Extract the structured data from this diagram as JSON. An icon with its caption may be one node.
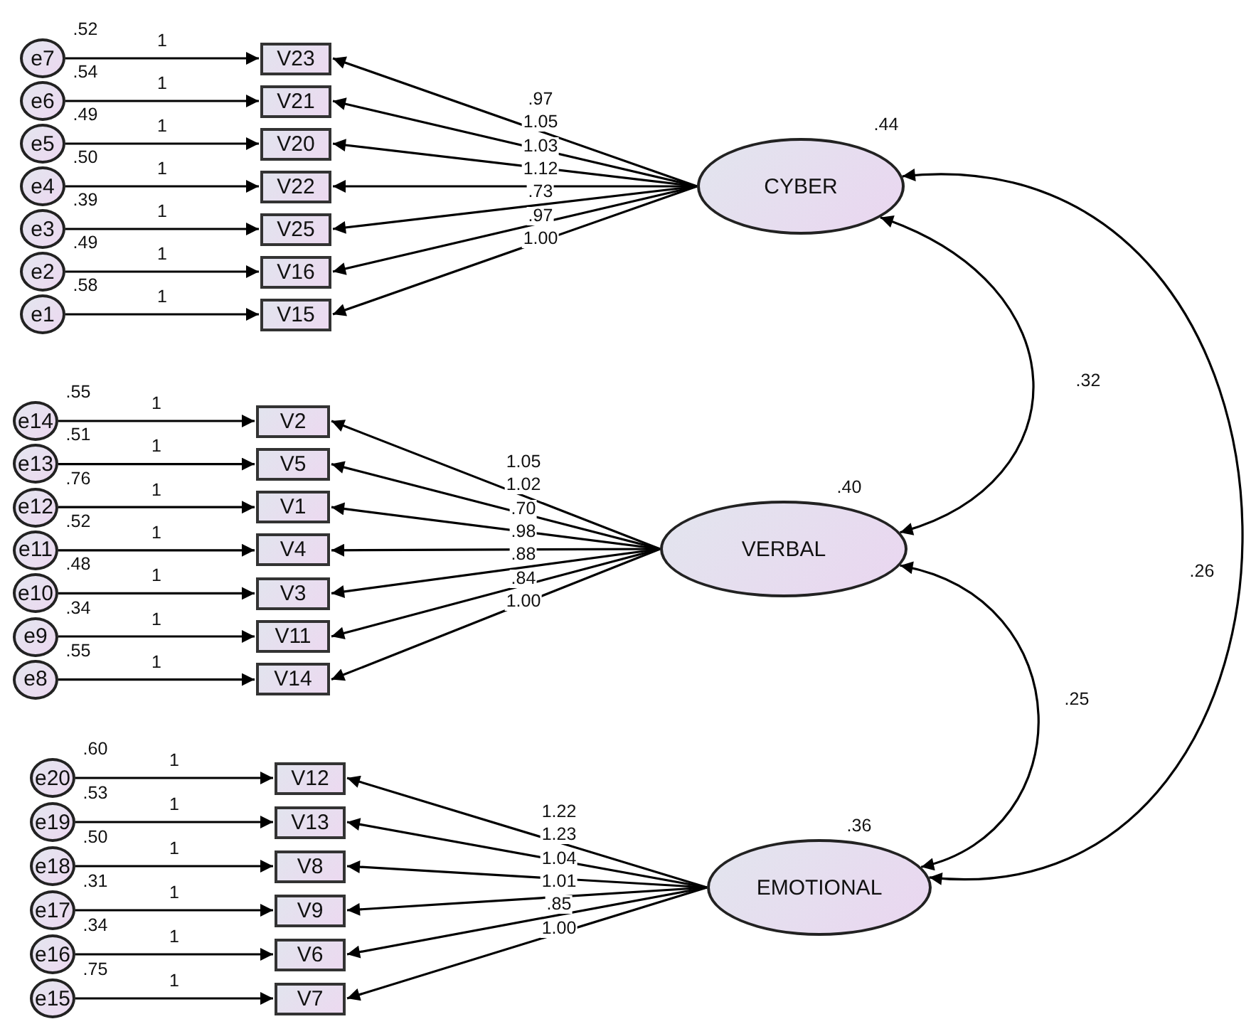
{
  "diagram": {
    "nodes": [
      {
        "text": [
          "e7"
        ],
        "beside": [
          ".52"
        ]
      },
      {
        "text": [
          "e6"
        ],
        "beside": [
          ".54"
        ]
      },
      {
        "text": [
          "e5"
        ],
        "beside": [
          ".49"
        ]
      },
      {
        "text": [
          "e4"
        ],
        "beside": [
          ".50"
        ]
      },
      {
        "text": [
          "e3"
        ],
        "beside": [
          ".39"
        ]
      },
      {
        "text": [
          "e2"
        ],
        "beside": [
          ".49"
        ]
      },
      {
        "text": [
          "e1"
        ],
        "beside": [
          ".58"
        ]
      },
      {
        "text": [
          "V23"
        ]
      },
      {
        "text": [
          "V21"
        ]
      },
      {
        "text": [
          "V20"
        ]
      },
      {
        "text": [
          "V22"
        ]
      },
      {
        "text": [
          "V25"
        ]
      },
      {
        "text": [
          "V16"
        ]
      },
      {
        "text": [
          "V15"
        ]
      },
      {
        "text": [
          "CYBER"
        ],
        "beside": [
          ".44"
        ]
      },
      {
        "text": [
          "e14"
        ],
        "beside": [
          ".55"
        ]
      },
      {
        "text": [
          "e13"
        ],
        "beside": [
          ".51"
        ]
      },
      {
        "text": [
          "e12"
        ],
        "beside": [
          ".76"
        ]
      },
      {
        "text": [
          "e11"
        ],
        "beside": [
          ".52"
        ]
      },
      {
        "text": [
          "e10"
        ],
        "beside": [
          ".48"
        ]
      },
      {
        "text": [
          "e9"
        ],
        "beside": [
          ".34"
        ]
      },
      {
        "text": [
          "e8"
        ],
        "beside": [
          ".55"
        ]
      },
      {
        "text": [
          "V2"
        ]
      },
      {
        "text": [
          "V5"
        ]
      },
      {
        "text": [
          "V1"
        ]
      },
      {
        "text": [
          "V4"
        ]
      },
      {
        "text": [
          "V3"
        ]
      },
      {
        "text": [
          "V11"
        ]
      },
      {
        "text": [
          "V14"
        ]
      },
      {
        "text": [
          "VERBAL"
        ],
        "beside": [
          ".40"
        ]
      },
      {
        "text": [
          "e20"
        ],
        "beside": [
          ".60"
        ]
      },
      {
        "text": [
          "e19"
        ],
        "beside": [
          ".53"
        ]
      },
      {
        "text": [
          "e18"
        ],
        "beside": [
          ".50"
        ]
      },
      {
        "text": [
          "e17"
        ],
        "beside": [
          ".31"
        ]
      },
      {
        "text": [
          "e16"
        ],
        "beside": [
          ".34"
        ]
      },
      {
        "text": [
          "e15"
        ],
        "beside": [
          ".75"
        ]
      },
      {
        "text": [
          "V12"
        ]
      },
      {
        "text": [
          "V13"
        ]
      },
      {
        "text": [
          "V8"
        ]
      },
      {
        "text": [
          "V9"
        ]
      },
      {
        "text": [
          "V6"
        ]
      },
      {
        "text": [
          "V7"
        ]
      },
      {
        "text": [
          "EMOTIONAL"
        ],
        "beside": [
          ".36"
        ]
      }
    ],
    "edges": [
      {
        "from": 0,
        "to": 7,
        "arrow": "to",
        "label": "1"
      },
      {
        "from": 1,
        "to": 8,
        "arrow": "to",
        "label": "1"
      },
      {
        "from": 2,
        "to": 9,
        "arrow": "to",
        "label": "1"
      },
      {
        "from": 3,
        "to": 10,
        "arrow": "to",
        "label": "1"
      },
      {
        "from": 4,
        "to": 11,
        "arrow": "to",
        "label": "1"
      },
      {
        "from": 5,
        "to": 12,
        "arrow": "to",
        "label": "1"
      },
      {
        "from": 6,
        "to": 13,
        "arrow": "to",
        "label": "1"
      },
      {
        "from": 14,
        "to": 7,
        "arrow": "to",
        "label": ".97"
      },
      {
        "from": 14,
        "to": 8,
        "arrow": "to",
        "label": "1.05"
      },
      {
        "from": 14,
        "to": 9,
        "arrow": "to",
        "label": "1.03"
      },
      {
        "from": 14,
        "to": 10,
        "arrow": "to",
        "label": "1.12"
      },
      {
        "from": 14,
        "to": 11,
        "arrow": "to",
        "label": ".73"
      },
      {
        "from": 14,
        "to": 12,
        "arrow": "to",
        "label": ".97"
      },
      {
        "from": 14,
        "to": 13,
        "arrow": "to",
        "label": "1.00"
      },
      {
        "from": 15,
        "to": 22,
        "arrow": "to",
        "label": "1"
      },
      {
        "from": 16,
        "to": 23,
        "arrow": "to",
        "label": "1"
      },
      {
        "from": 17,
        "to": 24,
        "arrow": "to",
        "label": "1"
      },
      {
        "from": 18,
        "to": 25,
        "arrow": "to",
        "label": "1"
      },
      {
        "from": 19,
        "to": 26,
        "arrow": "to",
        "label": "1"
      },
      {
        "from": 20,
        "to": 27,
        "arrow": "to",
        "label": "1"
      },
      {
        "from": 21,
        "to": 28,
        "arrow": "to",
        "label": "1"
      },
      {
        "from": 29,
        "to": 22,
        "arrow": "to",
        "label": "1.05"
      },
      {
        "from": 29,
        "to": 23,
        "arrow": "to",
        "label": "1.02"
      },
      {
        "from": 29,
        "to": 24,
        "arrow": "to",
        "label": ".70"
      },
      {
        "from": 29,
        "to": 25,
        "arrow": "to",
        "label": ".98"
      },
      {
        "from": 29,
        "to": 26,
        "arrow": "to",
        "label": ".88"
      },
      {
        "from": 29,
        "to": 27,
        "arrow": "to",
        "label": ".84"
      },
      {
        "from": 29,
        "to": 28,
        "arrow": "to",
        "label": "1.00"
      },
      {
        "from": 30,
        "to": 36,
        "arrow": "to",
        "label": "1"
      },
      {
        "from": 31,
        "to": 37,
        "arrow": "to",
        "label": "1"
      },
      {
        "from": 32,
        "to": 38,
        "arrow": "to",
        "label": "1"
      },
      {
        "from": 33,
        "to": 39,
        "arrow": "to",
        "label": "1"
      },
      {
        "from": 34,
        "to": 40,
        "arrow": "to",
        "label": "1"
      },
      {
        "from": 35,
        "to": 41,
        "arrow": "to",
        "label": "1"
      },
      {
        "from": 42,
        "to": 36,
        "arrow": "to",
        "label": "1.22"
      },
      {
        "from": 42,
        "to": 37,
        "arrow": "to",
        "label": "1.23"
      },
      {
        "from": 42,
        "to": 38,
        "arrow": "to",
        "label": "1.04"
      },
      {
        "from": 42,
        "to": 39,
        "arrow": "to",
        "label": "1.01"
      },
      {
        "from": 42,
        "to": 40,
        "arrow": "to",
        "label": ".85"
      },
      {
        "from": 42,
        "to": 41,
        "arrow": "to",
        "label": "1.00"
      },
      {
        "from": 14,
        "to": 29,
        "arrow": "both",
        "label": ".32"
      },
      {
        "from": 29,
        "to": 42,
        "arrow": "both",
        "label": ".25"
      },
      {
        "from": 14,
        "to": 42,
        "arrow": "both",
        "label": ".26"
      }
    ]
  }
}
